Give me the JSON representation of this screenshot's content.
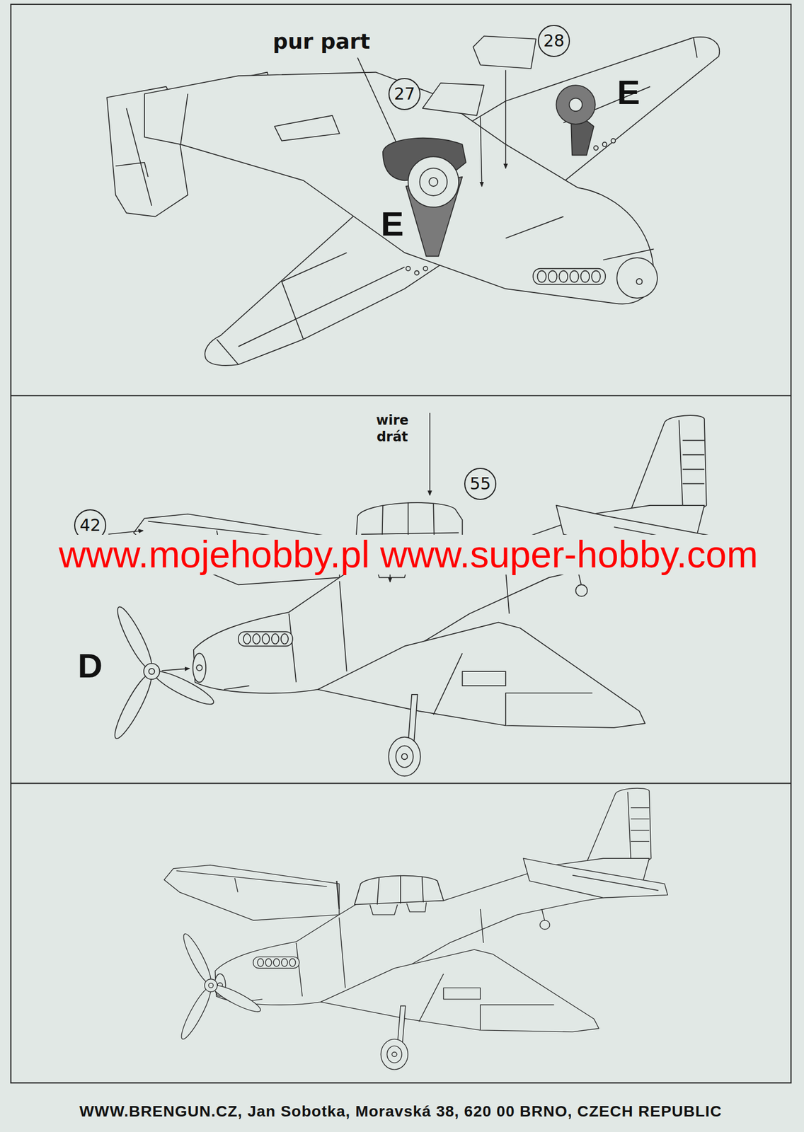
{
  "diagram": {
    "nodes": [
      {
        "text": [
          "28"
        ]
      },
      {
        "text": [
          "27"
        ]
      },
      {
        "text": [
          "55"
        ]
      },
      {
        "text": [
          "42"
        ]
      }
    ],
    "labels": [
      "pur part",
      "E",
      "E",
      "wire",
      "drát",
      "www.mojehobby.pl www.super-hobby.com",
      "D",
      "WWW.BRENGUN.CZ, Jan Sobotka, Moravská 38, 620 00 BRNO, CZECH REPUBLIC"
    ]
  }
}
